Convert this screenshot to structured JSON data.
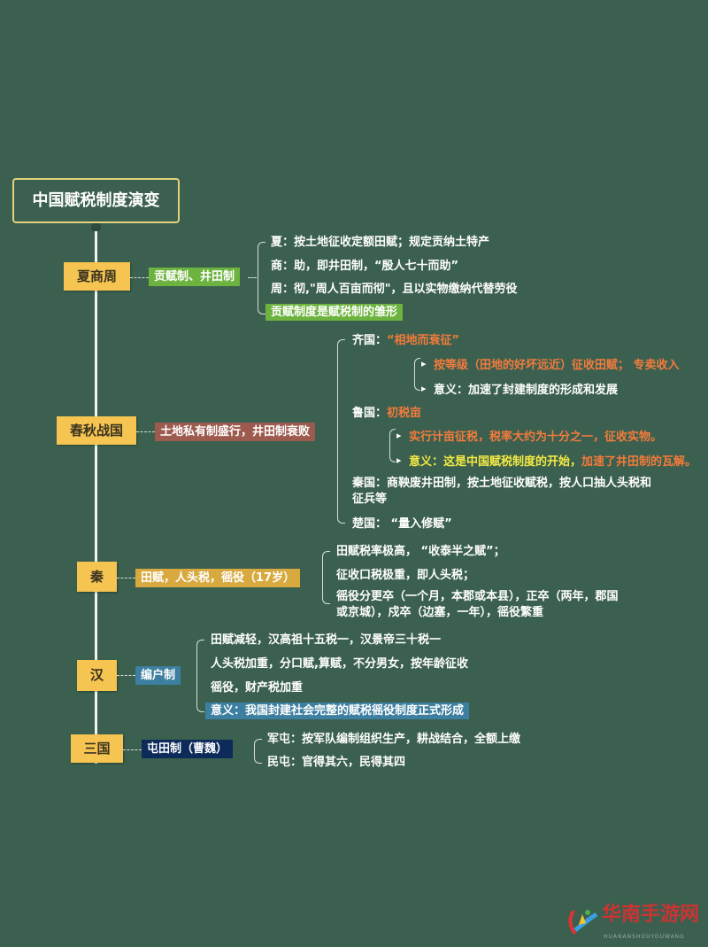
{
  "title": "中国赋税制度演变",
  "colors": {
    "background": "#3b604f",
    "era": "#f6c451",
    "xia": "#6db33f",
    "chunqiu": "#9d5a4e",
    "qin": "#d8a93e",
    "han": "#3d7fa0",
    "sanguo": "#0c2a5a",
    "highlight_orange": "#f47b3c",
    "highlight_yellow": "#f3ea43"
  },
  "eras": [
    {
      "name": "夏商周",
      "tag": "贡赋制、井田制",
      "items": [
        "夏：按土地征收定额田赋；规定贡纳土特产",
        "商：助，即井田制，“殷人七十而助”",
        "周：彻,\"周人百亩而彻\"，且以实物缴纳代替劳役"
      ],
      "highlight": "贡赋制度是赋税制的雏形"
    },
    {
      "name": "春秋战国",
      "tag": "土地私有制盛行，井田制衰败",
      "qi": {
        "label": "齐国：",
        "value": "“相地而衰征”",
        "subs": [
          "按等级（田地的好坏远近）征收田赋；  专卖收入",
          "意义：加速了封建制度的形成和发展"
        ]
      },
      "lu": {
        "label": "鲁国：",
        "value": "初税亩",
        "sub1": "实行计亩征税，税率大约为十分之一，征收实物。",
        "sub2_yellow": "意义：这是中国赋税制度的开始，",
        "sub2_orange": "加速了井田制的瓦解。"
      },
      "qin_line1": "秦国：商鞅废井田制，按土地征收赋税，按人口抽人头税和",
      "qin_line2": "征兵等",
      "chu": "楚国：  “量入修赋”"
    },
    {
      "name": "秦",
      "tag": "田赋，人头税，徭役（17岁）",
      "items": [
        "田赋税率极高，  “收泰半之赋”；",
        "征收口税极重，即人头税；",
        "徭役分更卒（一个月，本郡或本县），正卒（两年，郡国",
        "或京城），戍卒（边塞，一年），徭役繁重"
      ]
    },
    {
      "name": "汉",
      "tag": "编户制",
      "items": [
        "田赋减轻，汉高祖十五税一，汉景帝三十税一",
        "人头税加重，分口赋,算赋，不分男女，按年龄征收",
        "徭役，财产税加重"
      ],
      "highlight": "意义：我国封建社会完整的赋税徭役制度正式形成"
    },
    {
      "name": "三国",
      "tag": "屯田制（曹魏）",
      "items": [
        "军屯：按军队编制组织生产，耕战结合，全额上缴",
        "民屯：官得其六，民得其四"
      ]
    }
  ],
  "watermark": {
    "name": "华南手游网",
    "sub": "HUANANSHOUYOUWANG"
  }
}
